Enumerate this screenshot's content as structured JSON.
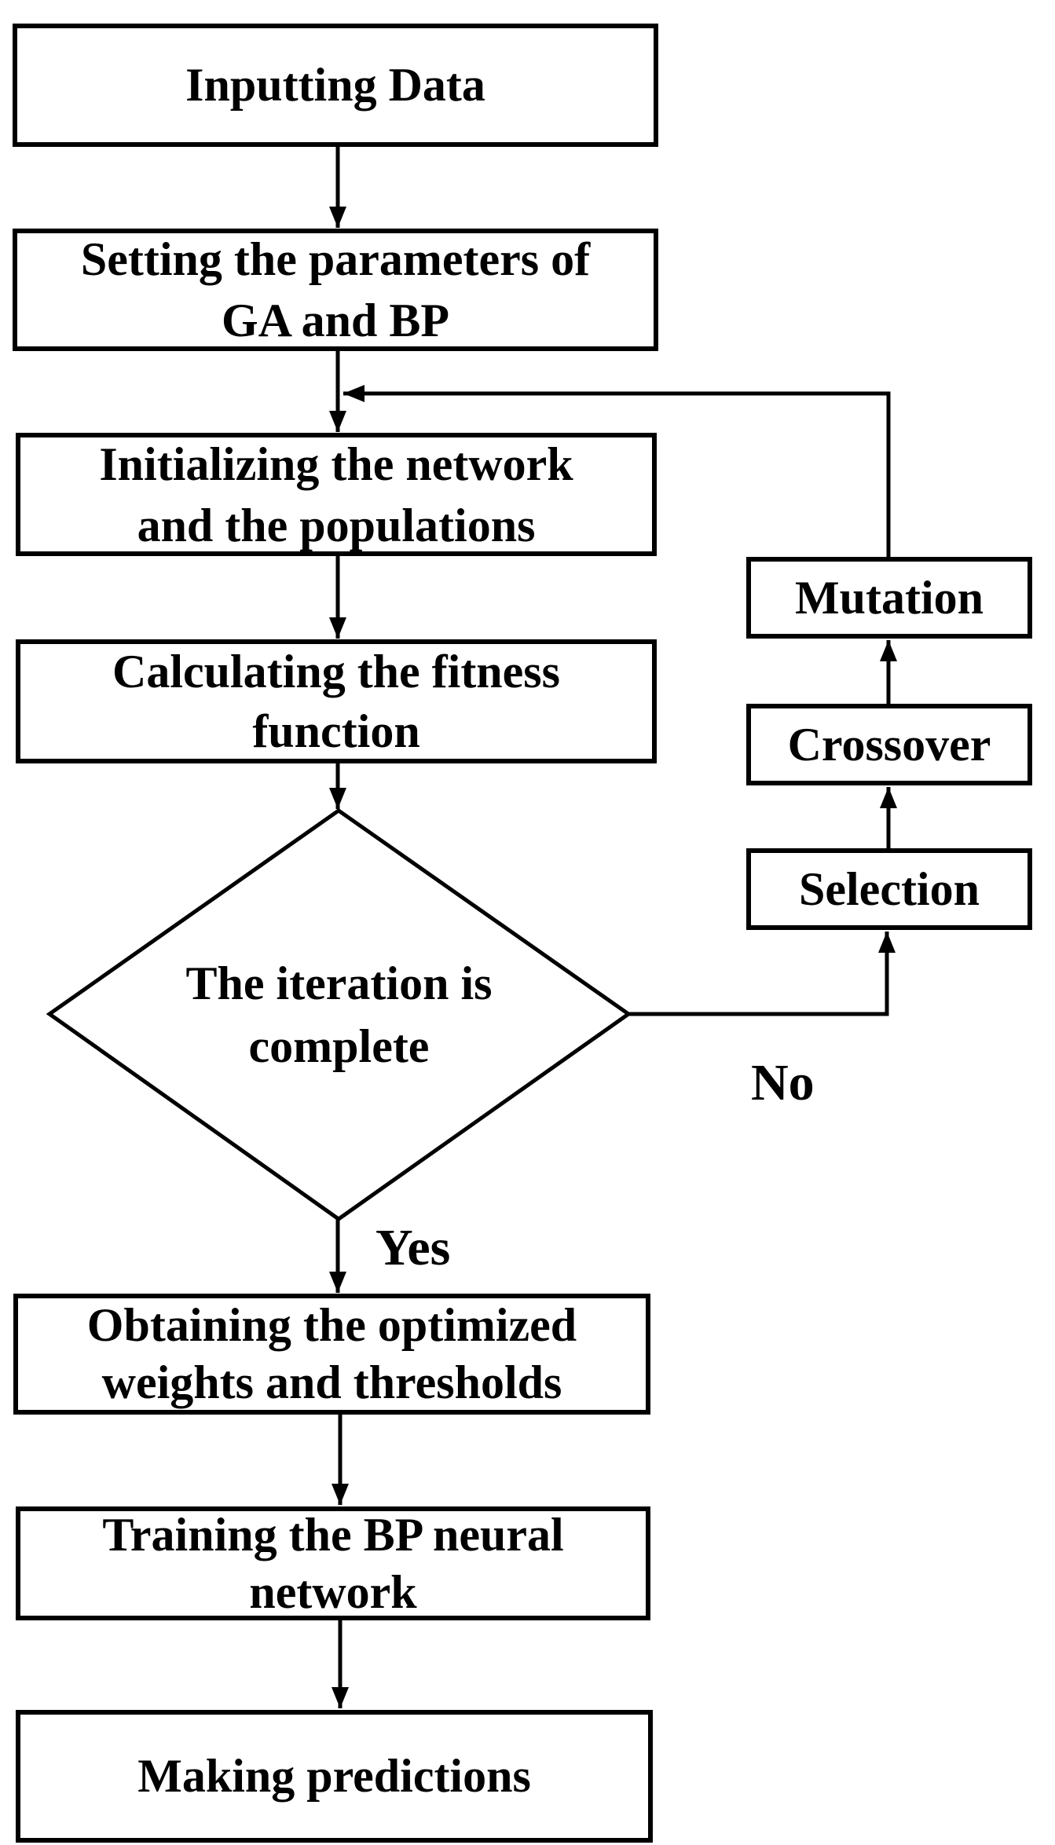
{
  "canvas": {
    "background_color": "#ffffff",
    "line_color": "#000000",
    "diagram_type": "flowchart",
    "topic": "GA-BP neural network algorithm flow"
  },
  "nodes": {
    "inputting_data": {
      "label": "Inputting Data"
    },
    "setting_parameters": {
      "line1": "Setting the parameters of",
      "line2": "GA and BP"
    },
    "initializing_network": {
      "line1": "Initializing the network",
      "line2": "and the populations"
    },
    "calculating_fitness": {
      "line1": "Calculating the fitness",
      "line2": "function"
    },
    "iteration_decision": {
      "line1": "The iteration is",
      "line2": "complete"
    },
    "obtaining_weights": {
      "line1": "Obtaining the optimized",
      "line2": "weights and thresholds"
    },
    "training_bp": {
      "line1": "Training the BP neural",
      "line2": "network"
    },
    "making_predictions": {
      "label": "Making predictions"
    },
    "selection": {
      "label": "Selection"
    },
    "crossover": {
      "label": "Crossover"
    },
    "mutation": {
      "label": "Mutation"
    }
  },
  "edge_labels": {
    "yes": "Yes",
    "no": "No"
  }
}
